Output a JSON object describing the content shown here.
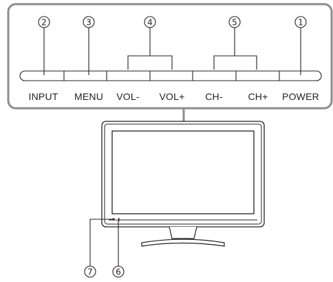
{
  "callouts": {
    "input": "2",
    "menu": "3",
    "volume": "4",
    "channel": "5",
    "power": "1",
    "indicator_7": "7",
    "indicator_6": "6"
  },
  "buttons": {
    "input": "INPUT",
    "menu": "MENU",
    "vol_minus": "VOL-",
    "vol_plus": "VOL+",
    "ch_minus": "CH-",
    "ch_plus": "CH+",
    "power": "POWER"
  },
  "colors": {
    "panel_border": "#8c8c8c",
    "line": "#231f20"
  }
}
